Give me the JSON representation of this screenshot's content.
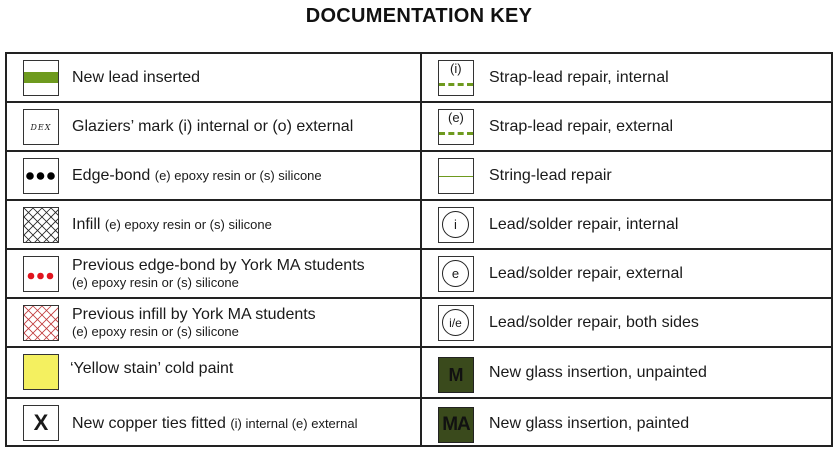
{
  "title": "DOCUMENTATION KEY",
  "left": [
    {
      "label": "New lead inserted"
    },
    {
      "icon_text": "DEX",
      "label": "Glaziers’ mark (i) internal or (o) external"
    },
    {
      "label": "Edge-bond",
      "detail": "(e) epoxy resin or (s) silicone"
    },
    {
      "label": "Infill",
      "detail": "(e) epoxy resin or (s) silicone"
    },
    {
      "label": "Previous edge-bond by York MA students",
      "detail": "(e) epoxy resin or (s) silicone"
    },
    {
      "label": "Previous infill by York MA students",
      "detail": "(e) epoxy resin or (s) silicone"
    },
    {
      "label": "‘Yellow stain’ cold paint"
    },
    {
      "icon_text": "X",
      "label": "New copper ties fitted",
      "detail": "(i) internal (e) external"
    }
  ],
  "right": [
    {
      "icon_text": "(i)",
      "label": "Strap-lead repair, internal"
    },
    {
      "icon_text": "(e)",
      "label": "Strap-lead repair, external"
    },
    {
      "label": "String-lead repair"
    },
    {
      "icon_text": "i",
      "label": "Lead/solder repair, internal"
    },
    {
      "icon_text": "e",
      "label": "Lead/solder repair, external"
    },
    {
      "icon_text": "i/e",
      "label": "Lead/solder repair, both sides"
    },
    {
      "icon_text": "M",
      "label": "New glass insertion, unpainted"
    },
    {
      "icon_text": "MA",
      "label": "New glass insertion, painted"
    }
  ],
  "colors": {
    "lead_green": "#6e9a1e",
    "red": "#e0141e",
    "yellow": "#f4f060",
    "dark_glass": "#3a4a1c",
    "red_hatch": "#c0393b"
  }
}
